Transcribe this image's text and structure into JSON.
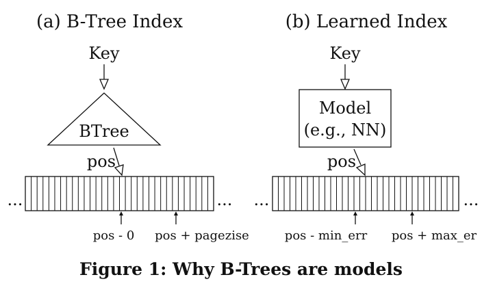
{
  "panel_a": {
    "title": "(a) B-Tree Index",
    "key_label": "Key",
    "node_label": "BTree",
    "pos_label": "pos",
    "ellipsis_left": "...",
    "ellipsis_right": "...",
    "bound_low": "pos - 0",
    "bound_high": "pos + pagezise"
  },
  "panel_b": {
    "title": "(b) Learned Index",
    "key_label": "Key",
    "node_label_line1": "Model",
    "node_label_line2": "(e.g., NN)",
    "pos_label": "pos",
    "ellipsis_left": "...",
    "ellipsis_right": "...",
    "bound_low": "pos - min_err",
    "bound_high": "pos + max_er"
  },
  "caption": "Figure 1: Why B-Trees are models"
}
